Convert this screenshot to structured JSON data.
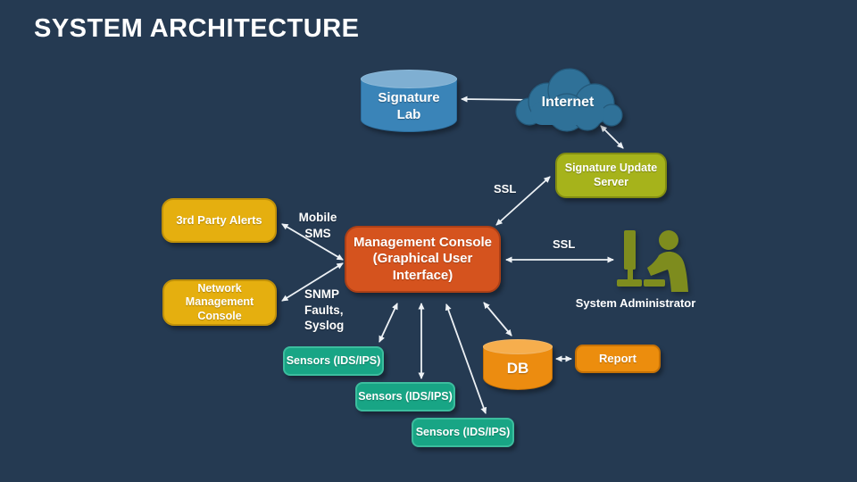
{
  "title": "SYSTEM ARCHITECTURE",
  "colors": {
    "background": "#253A52",
    "cylinder_blue": "#3A84B8",
    "cloud_blue": "#2F7198",
    "green_server": "#A6B31B",
    "yellow_box": "#E5AF0F",
    "console_orange_red": "#D5531E",
    "sensor_teal": "#18A585",
    "db_orange": "#EC8C10",
    "report_orange": "#EC8D0D",
    "admin_olive": "#7E8C1E",
    "arrow_white": "#EDF1F5"
  },
  "nodes": {
    "signature_lab": {
      "label": "Signature\nLab",
      "type": "cylinder"
    },
    "internet": {
      "label": "Internet",
      "type": "cloud"
    },
    "signature_update_server": {
      "label": "Signature Update\nServer",
      "type": "box"
    },
    "third_party_alerts": {
      "label": "3rd Party Alerts",
      "type": "box"
    },
    "network_management_console": {
      "label": "Network\nManagement\nConsole",
      "type": "box"
    },
    "management_console": {
      "label": "Management Console\n(Graphical User\nInterface)",
      "type": "box"
    },
    "system_administrator": {
      "label": "System Administrator",
      "type": "person-at-computer"
    },
    "sensors_1": {
      "label": "Sensors (IDS/IPS)",
      "type": "box"
    },
    "sensors_2": {
      "label": "Sensors (IDS/IPS)",
      "type": "box"
    },
    "sensors_3": {
      "label": "Sensors (IDS/IPS)",
      "type": "box"
    },
    "db": {
      "label": "DB",
      "type": "cylinder"
    },
    "report": {
      "label": "Report",
      "type": "box"
    }
  },
  "edge_labels": {
    "ssl_console_update_server": "SSL",
    "ssl_console_admin": "SSL",
    "mobile_sms": "Mobile\nSMS",
    "snmp_faults_syslog": "SNMP\nFaults,\nSyslog"
  }
}
